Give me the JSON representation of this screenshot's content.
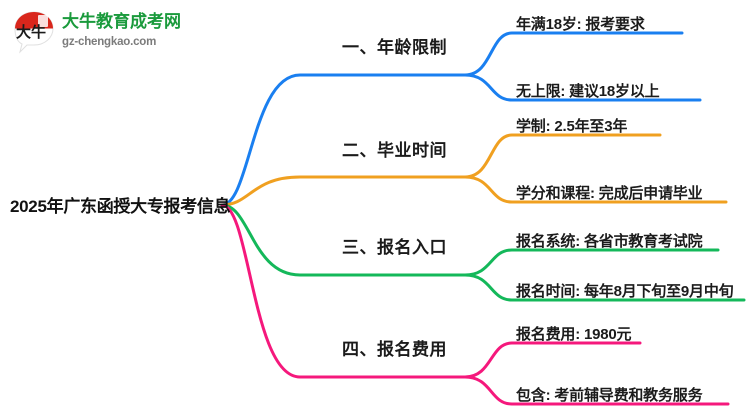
{
  "logo": {
    "mark_text": "大牛",
    "brand_cn": "大牛教育成考网",
    "brand_en": "gz-chengkao.com",
    "mark_color": "#d9261c",
    "brand_cn_color": "#1a9a3c",
    "brand_en_color": "#7b7b7b"
  },
  "mindmap": {
    "root": {
      "label": "2025年广东函授大专报考信息"
    },
    "branches": [
      {
        "label": "一、年龄限制",
        "color": "#1a7ff0",
        "children": [
          {
            "label": "年满18岁: 报考要求"
          },
          {
            "label": "无上限: 建议18岁以上"
          }
        ]
      },
      {
        "label": "二、毕业时间",
        "color": "#f0a020",
        "children": [
          {
            "label": "学制: 2.5年至3年"
          },
          {
            "label": "学分和课程: 完成后申请毕业"
          }
        ]
      },
      {
        "label": "三、报名入口",
        "color": "#14b85a",
        "children": [
          {
            "label": "报名系统: 各省市教育考试院"
          },
          {
            "label": "报名时间: 每年8月下旬至9月中旬"
          }
        ]
      },
      {
        "label": "四、报名费用",
        "color": "#f5187c",
        "children": [
          {
            "label": "报名费用: 1980元"
          },
          {
            "label": "包含: 考前辅导费和教务服务"
          }
        ]
      }
    ]
  }
}
